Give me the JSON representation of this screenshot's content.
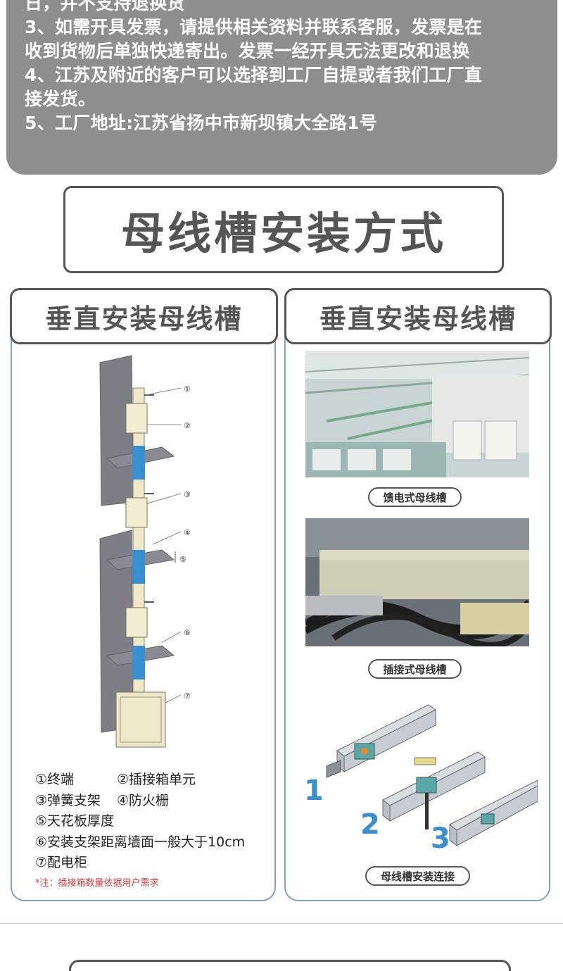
{
  "notice": {
    "lines": [
      "日，并不支持退换货",
      "3、如需开具发票，请提供相关资料并联系客服，发票是在",
      "收到货物后单独快递寄出。发票一经开具无法更改和退换",
      "4、江苏及附近的客户可以选择到工厂自提或者我们工厂直",
      "接发货。",
      "5、工厂地址:江苏省扬中市新坝镇大全路1号"
    ]
  },
  "main_title": "母线槽安装方式",
  "left_panel": {
    "title": "垂直安装母线槽",
    "diagram_markers": [
      "①",
      "②",
      "③",
      "④",
      "⑤",
      "⑥",
      "⑦"
    ],
    "legend": [
      [
        "①终端",
        "②插接箱单元"
      ],
      [
        "③弹簧支架",
        "④防火栅"
      ],
      [
        "⑤天花板厚度"
      ],
      [
        "⑥安装支架距离墙面一般大于10cm"
      ],
      [
        "⑦配电柜"
      ]
    ],
    "note": "*注：插接箱数量依据用户需求"
  },
  "right_panel": {
    "title": "垂直安装母线槽",
    "captions": [
      "馈电式母线槽",
      "插接式母线槽",
      "母线槽安装连接"
    ],
    "step_numbers": [
      "1",
      "2",
      "3"
    ]
  },
  "colors": {
    "notice_bg": "#8e8e8e",
    "title_text": "#555555",
    "panel_border": "#7da2c6",
    "accent_blue": "#3a8fd0",
    "note_red": "#d23a3a"
  }
}
